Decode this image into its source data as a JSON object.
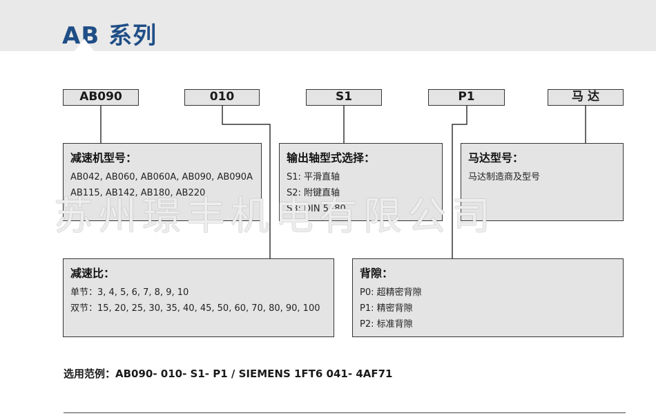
{
  "header": {
    "title": "AB 系列"
  },
  "codes": {
    "model": "AB090",
    "ratio": "010",
    "shaft": "S1",
    "backlash": "P1",
    "motor": "马 达"
  },
  "reducer_box": {
    "title": "减速机型号：",
    "lines": [
      "AB042, AB060, AB060A, AB090, AB090A",
      "AB115, AB142, AB180, AB220"
    ]
  },
  "shaft_box": {
    "title": "输出轴型式选择：",
    "lines": [
      "S1: 平滑直轴",
      "S2: 附键直轴",
      "S3: DIN 5480"
    ]
  },
  "motor_box": {
    "title": "马达型号：",
    "lines": [
      "马达制造商及型号"
    ]
  },
  "ratio_box": {
    "title": "减速比：",
    "lines": [
      "单节：3, 4, 5, 6, 7, 8, 9, 10",
      "双节：15, 20, 25, 30, 35, 40, 45, 50, 60, 70, 80, 90, 100"
    ]
  },
  "backlash_box": {
    "title": "背隙：",
    "lines": [
      "P0: 超精密背隙",
      "P1: 精密背隙",
      "P2: 标准背隙"
    ]
  },
  "example": "选用范例：AB090- 010- S1- P1 / SIEMENS 1FT6 041- 4AF71",
  "watermark": "苏州璟丰机电有限公司"
}
